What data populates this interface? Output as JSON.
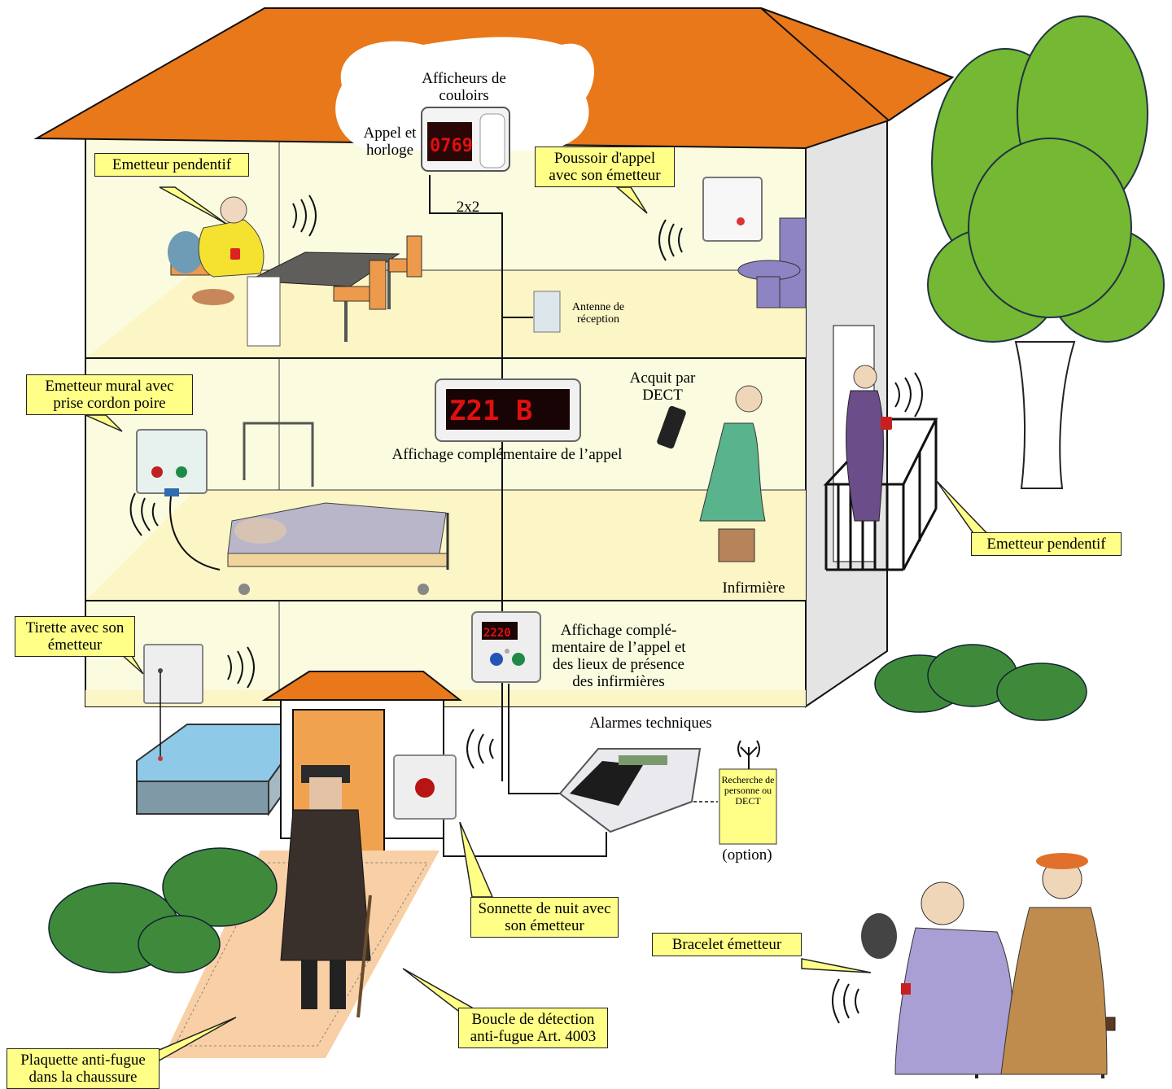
{
  "labels": {
    "afficheurs": "Afficheurs de couloirs",
    "appel_horloge": "Appel et horloge",
    "emetteur_pendentif_top": "Emetteur pendentif",
    "poussoir": "Poussoir d'appel avec son émetteur",
    "wire_2x2": "2x2",
    "antenne": "Antenne de réception",
    "emetteur_mural": "Emetteur mural avec prise cordon poire",
    "acquit_dect": "Acquit par DECT",
    "affichage_comp": "Affichage complémentaire de l’appel",
    "infirmiere": "Infirmière",
    "emetteur_pendentif_balcony": "Emetteur pendentif",
    "tirette": "Tirette avec son émetteur",
    "affichage_presence": "Affichage complé-mentaire de l’appel et des lieux de présence des infirmières",
    "alarmes": "Alarmes techniques",
    "recherche": "Recherche de personne ou DECT",
    "option": "(option)",
    "sonnette": "Sonnette de nuit avec son émetteur",
    "bracelet": "Bracelet émetteur",
    "boucle": "Boucle de détection anti-fugue Art. 4003",
    "plaquette": "Plaquette anti-fugue dans la chaussure"
  },
  "displays": {
    "clock": "0769",
    "corridor": "Z21 B",
    "presence": "2220"
  },
  "colors": {
    "roof": "#e8781a",
    "wall": "#fbfbdf",
    "floor": "#fcf5c6",
    "side_wall": "#e4e4e4",
    "label_bg": "#ffff88",
    "tree": "#74b833",
    "plant": "#3f8a3a",
    "door": "#f0a24e",
    "bath": "#8fc9e8",
    "loop": "#f9cfa5"
  }
}
